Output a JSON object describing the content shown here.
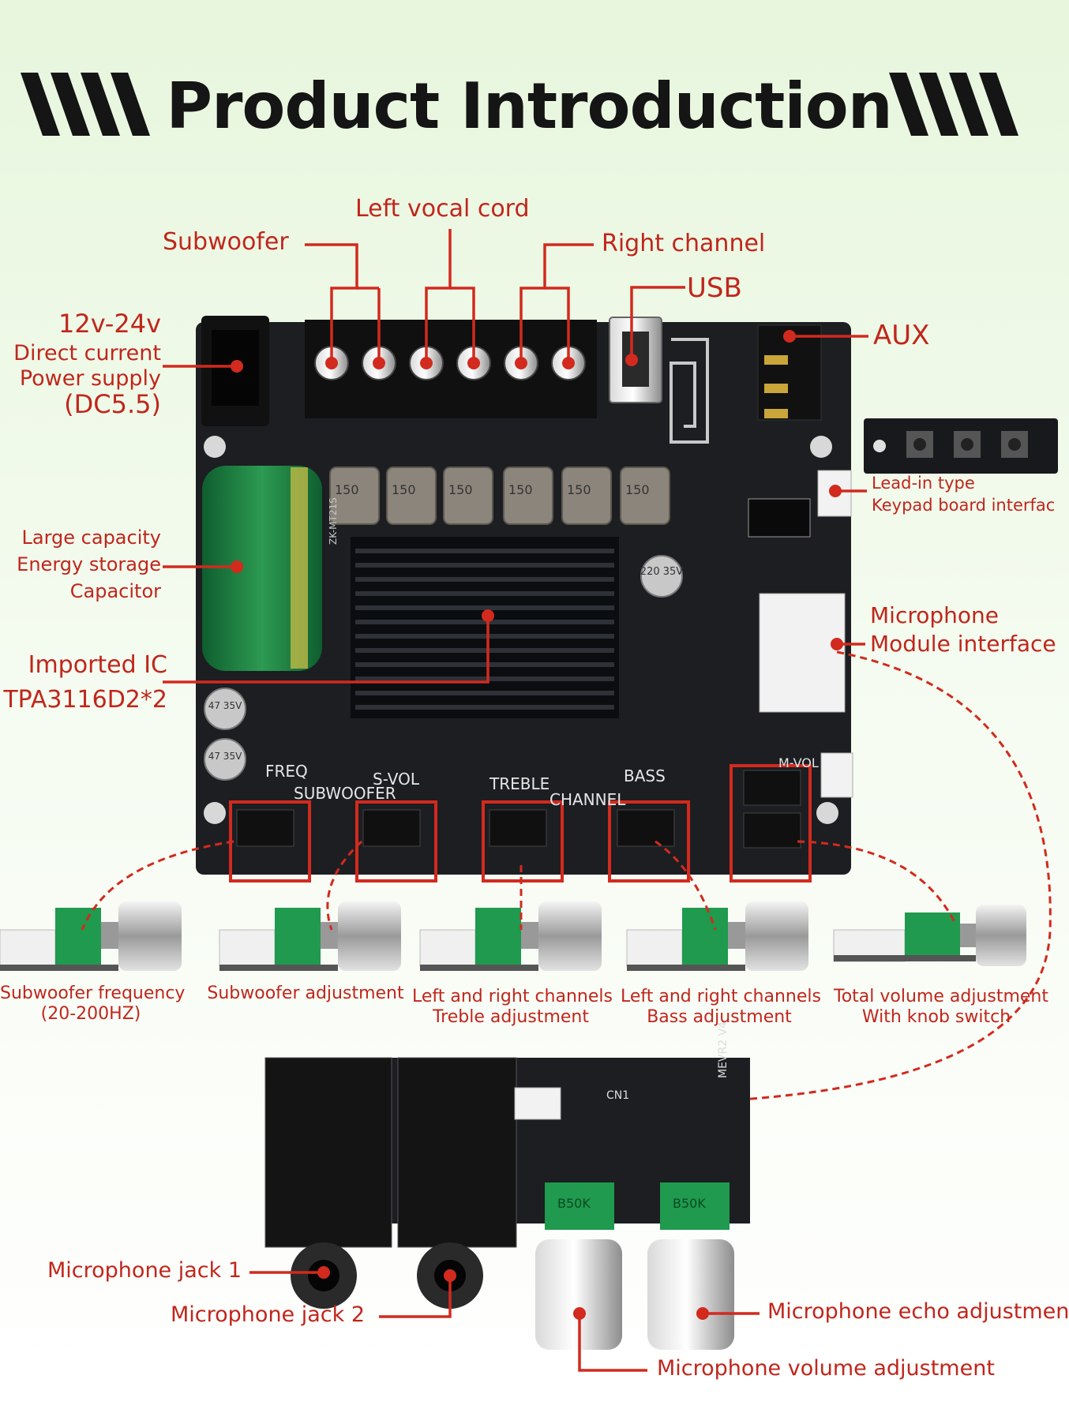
{
  "title": "Product Introduction",
  "labels": {
    "left_vocal_cord": "Left vocal cord",
    "subwoofer": "Subwoofer",
    "right_channel": "Right channel",
    "usb": "USB",
    "aux": "AUX",
    "power": [
      "12v-24v",
      "Direct current",
      "Power supply",
      "(DC5.5)"
    ],
    "keypad": [
      "Lead-in type",
      "Keypad board interfac"
    ],
    "capacitor": [
      "Large capacity",
      "Energy storage",
      "Capacitor"
    ],
    "microphone_module": [
      "Microphone",
      "Module interface"
    ],
    "imported_ic": [
      "Imported IC",
      "TPA3116D2*2"
    ],
    "mic_jack_1": "Microphone jack 1",
    "mic_jack_2": "Microphone jack 2",
    "mic_echo": "Microphone echo adjustmen",
    "mic_volume": "Microphone volume adjustment"
  },
  "board_silkscreen": {
    "freq": "FREQ",
    "subwoofer": "SUBWOOFER",
    "svol": "S-VOL",
    "treble": "TREBLE",
    "channel": "CHANNEL",
    "bass": "BASS",
    "mvol": "M-VOL",
    "ic_model": "ZK-MT21S",
    "inductor": "150",
    "cap_small": "220 35V",
    "cap_47": "47 35V"
  },
  "knob_captions": [
    [
      "Subwoofer frequency",
      "(20-200HZ)"
    ],
    [
      "Subwoofer adjustment"
    ],
    [
      "Left and right channels",
      "Treble adjustment"
    ],
    [
      "Left and right channels",
      "Bass adjustment"
    ],
    [
      "Total volume adjustment",
      "With knob switch"
    ]
  ],
  "mic_board_silkscreen": {
    "model": "MEVR2 V4",
    "cn1": "CN1",
    "pot": "B50K"
  },
  "colors": {
    "accent": "#d22a1e",
    "board": "#1c1e22",
    "pot_green": "#1f9a4e",
    "background_top": "#e7f6dd"
  }
}
